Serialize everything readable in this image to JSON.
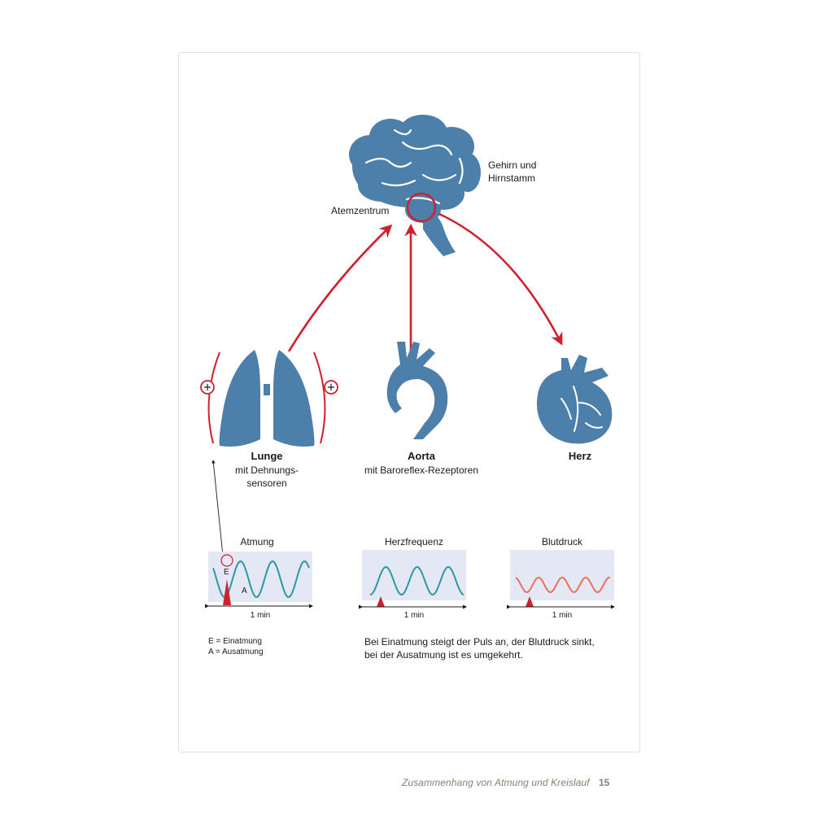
{
  "labels": {
    "brain": "Gehirn und\nHirnstamm",
    "respiratory_center": "Atemzentrum",
    "lung_title": "Lunge",
    "lung_sub": "mit Dehnungs-\nsensoren",
    "aorta_title": "Aorta",
    "aorta_sub": "mit Baroreflex-Rezeptoren",
    "heart_title": "Herz"
  },
  "graphs": {
    "atmung": {
      "title": "Atmung",
      "axis": "1 min",
      "marker_e": "E",
      "marker_a": "A"
    },
    "herzfrequenz": {
      "title": "Herzfrequenz",
      "axis": "1 min"
    },
    "blutdruck": {
      "title": "Blutdruck",
      "axis": "1 min"
    }
  },
  "legend": {
    "e": "E = Einatmung",
    "a": "A = Ausatmung"
  },
  "caption": "Bei Einatmung steigt der Puls an, der Blutdruck sinkt,\nbei der Ausatmung ist es umgekehrt.",
  "footer": {
    "title": "Zusammenhang von Atmung und Kreislauf",
    "page": "15"
  },
  "colors": {
    "organ": "#4d7fab",
    "arrow": "#d0202e",
    "wave_teal": "#2a9aa0",
    "wave_red": "#e8715f",
    "graph_bg": "#e4e8f5"
  }
}
